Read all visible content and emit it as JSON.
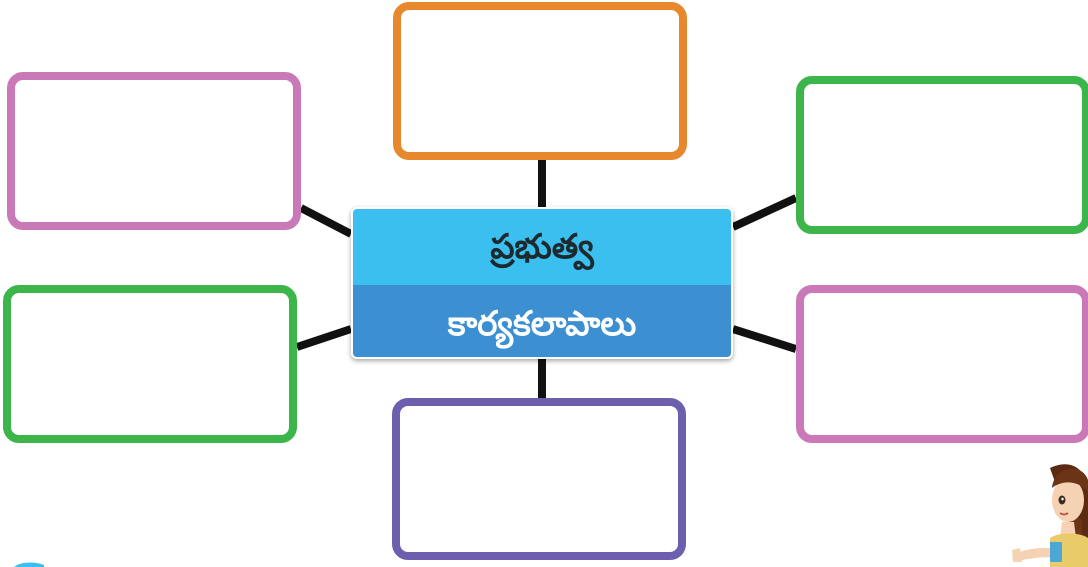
{
  "center_node": {
    "line1": "ప్రభుత్వ",
    "line2": "కార్యకలాపాలు"
  },
  "colors": {
    "orange": "#e8882c",
    "pink": "#c979b8",
    "green": "#3cb54a",
    "purple": "#6d5fae",
    "center_top": "#3bbfee",
    "center_bottom": "#3c8fd0",
    "connector": "#111111"
  },
  "boxes": [
    {
      "name": "box-top",
      "color": "orange",
      "text": ""
    },
    {
      "name": "box-left-upper",
      "color": "pink",
      "text": ""
    },
    {
      "name": "box-right-upper",
      "color": "green",
      "text": ""
    },
    {
      "name": "box-left-lower",
      "color": "green",
      "text": ""
    },
    {
      "name": "box-right-lower",
      "color": "pink",
      "text": ""
    },
    {
      "name": "box-bottom",
      "color": "purple",
      "text": ""
    }
  ]
}
